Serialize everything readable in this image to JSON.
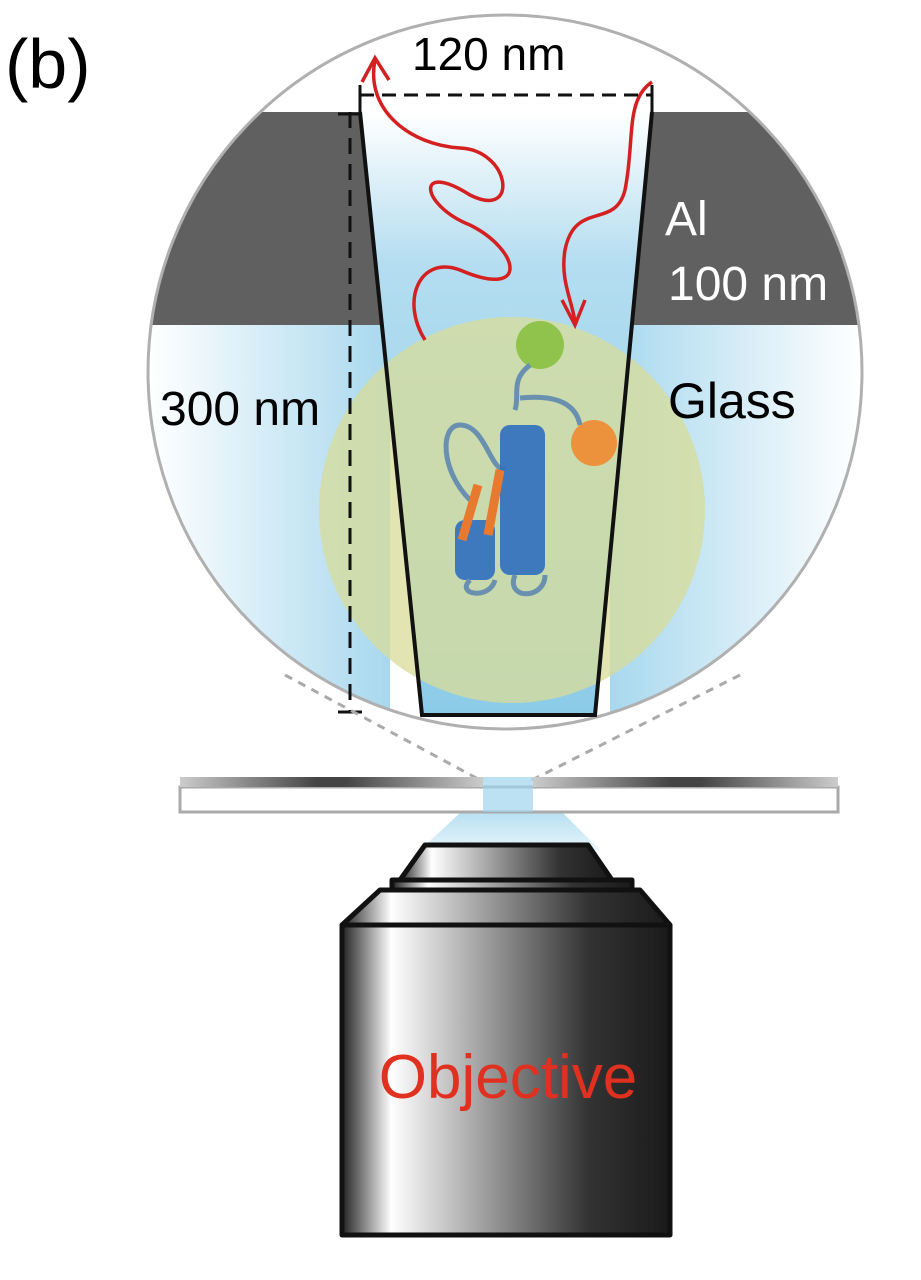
{
  "panel_label": "(b)",
  "labels": {
    "width": "120 nm",
    "metal": "Al",
    "metal_thickness": "100 nm",
    "depth": "300 nm",
    "substrate": "Glass",
    "objective": "Objective"
  },
  "colors": {
    "arrows": "#d42020",
    "objective_text": "#e03020",
    "aluminum": "#606060",
    "glow": "#9fd4ec",
    "focal_volume": "#d8dc98",
    "donor": "#88c040",
    "acceptor": "#f08a30"
  }
}
